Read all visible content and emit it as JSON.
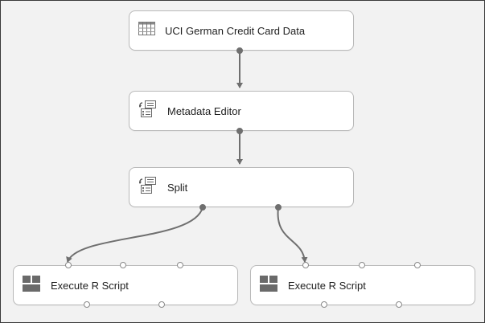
{
  "canvas": {
    "background": "#f2f2f2",
    "wire_color": "#6f6f6f"
  },
  "modules": [
    {
      "id": "dataset",
      "label": "UCI German Credit Card Data",
      "icon": "table-grid-icon"
    },
    {
      "id": "metadata",
      "label": "Metadata Editor",
      "icon": "metadata-editor-icon"
    },
    {
      "id": "split",
      "label": "Split",
      "icon": "metadata-editor-icon"
    },
    {
      "id": "r1",
      "label": "Execute R Script",
      "icon": "r-script-blocks-icon"
    },
    {
      "id": "r2",
      "label": "Execute R Script",
      "icon": "r-script-blocks-icon"
    }
  ],
  "connections": [
    {
      "from": "dataset",
      "to": "metadata"
    },
    {
      "from": "metadata",
      "to": "split"
    },
    {
      "from": "split",
      "to": "r1"
    },
    {
      "from": "split",
      "to": "r2"
    }
  ]
}
